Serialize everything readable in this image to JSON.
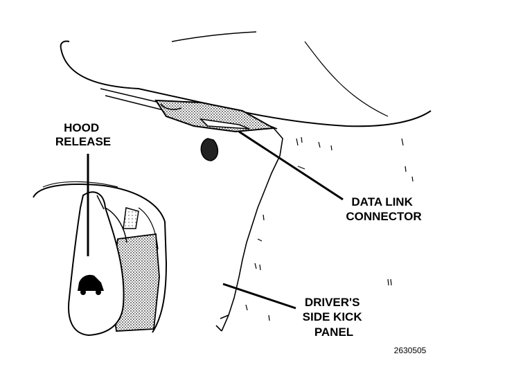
{
  "labels": {
    "hood_release": [
      "HOOD",
      "RELEASE"
    ],
    "data_link_connector": [
      "DATA LINK",
      "CONNECTOR"
    ],
    "kick_panel": [
      "DRIVER'S",
      "SIDE KICK",
      "PANEL"
    ]
  },
  "figure_id": "2630505"
}
